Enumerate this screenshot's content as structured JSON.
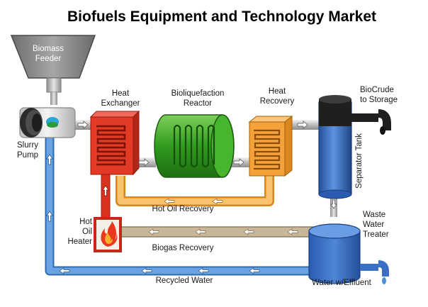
{
  "title": "Biofuels Equipment and Technology Market",
  "labels": {
    "biomass_feeder": [
      "Biomass",
      "Feeder"
    ],
    "slurry_pump": [
      "Slurry",
      "Pump"
    ],
    "heat_exchanger": [
      "Heat",
      "Exchanger"
    ],
    "bioliquefaction_reactor": [
      "Bioliquefaction",
      "Reactor"
    ],
    "heat_recovery": [
      "Heat",
      "Recovery"
    ],
    "biocrude_to_storage": [
      "BioCrude",
      "to Storage"
    ],
    "separator_tank": "Separator Tank",
    "hot_oil_recovery": "Hot Oil Recovery",
    "hot_oil_heater": [
      "Hot",
      "Oil",
      "Heater"
    ],
    "biogas_recovery": "Biogas Recovery",
    "waste_water_treater": [
      "Waste",
      "Water",
      "Treater"
    ],
    "recycled_water": "Recycled Water",
    "water_w_effluent": "Water w/Effluent"
  },
  "colors": {
    "feeder": "#8a8a8a",
    "heat_exchanger": "#e8392a",
    "reactor": "#3fae2a",
    "heat_recovery": "#f5a23a",
    "hot_oil_pipe": "#f5b24a",
    "biogas_pipe": "#c8b79a",
    "water_pipe": "#4f8fd1",
    "tank": "#3a6fc4",
    "pump": "#d8d8d8"
  },
  "icons": [
    "flame-icon",
    "flow-arrow-icon",
    "liquid-drop-icon"
  ]
}
